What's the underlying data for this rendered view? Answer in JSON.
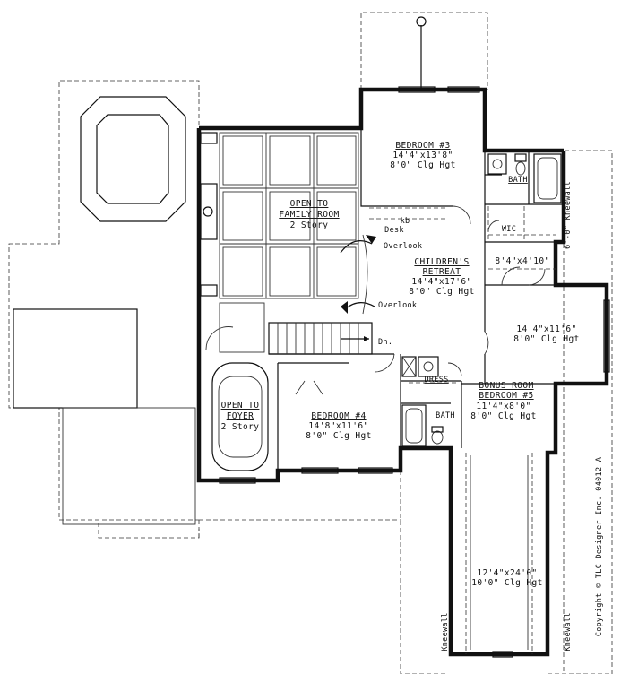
{
  "rooms": {
    "bedroom3": {
      "name": "BEDROOM #3",
      "dims": "14'4\"x13'8\"",
      "ceiling": "8'0\" Clg Hgt"
    },
    "open_family": {
      "name1": "OPEN TO",
      "name2": "FAMILY ROOM",
      "sub": "2 Story"
    },
    "childrens_retreat": {
      "name1": "CHILDREN'S",
      "name2": "RETREAT",
      "dims": "14'4\"x17'6\"",
      "ceiling": "8'0\" Clg Hgt"
    },
    "closet_dims": "8'4\"x4'10\"",
    "hall_room": {
      "dims": "14'4\"x11'6\"",
      "ceiling": "8'0\" Clg Hgt"
    },
    "open_foyer": {
      "name1": "OPEN TO",
      "name2": "FOYER",
      "sub": "2 Story"
    },
    "bedroom4": {
      "name": "BEDROOM #4",
      "dims": "14'8\"x11'6\"",
      "ceiling": "8'0\" Clg Hgt"
    },
    "bonus_bedroom5": {
      "name1": "BONUS ROOM",
      "name2": "BEDROOM #5",
      "dims": "11'4\"x8'0\"",
      "ceiling": "8'0\" Clg Hgt"
    },
    "bonus_lower": {
      "dims": "12'4\"x24'0\"",
      "ceiling": "10'0\" Clg Hgt"
    }
  },
  "labels": {
    "bath_upper": "BATH",
    "bath_lower": "BATH",
    "wic": "WIC",
    "dress": "DRESS",
    "desk": "Desk",
    "kb": "kb",
    "overlook_1": "Overlook",
    "overlook_2": "Overlook",
    "down": "Dn.",
    "kneewall_right_top": "6'-0\" Kneewall",
    "kneewall_left_bottom": "Kneewall",
    "kneewall_right_bottom": "Kneewall",
    "copyright": "Copyright © TLC Designer Inc. 04012 A"
  }
}
